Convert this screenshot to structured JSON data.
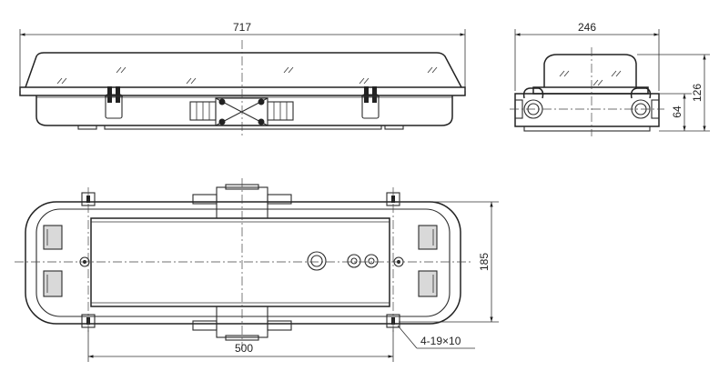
{
  "dimensions": {
    "overall_length": "717",
    "side_width": "246",
    "side_height": "126",
    "side_lower_height": "64",
    "mount_spacing": "500",
    "mount_height": "185",
    "mount_holes": "4-19×10"
  }
}
